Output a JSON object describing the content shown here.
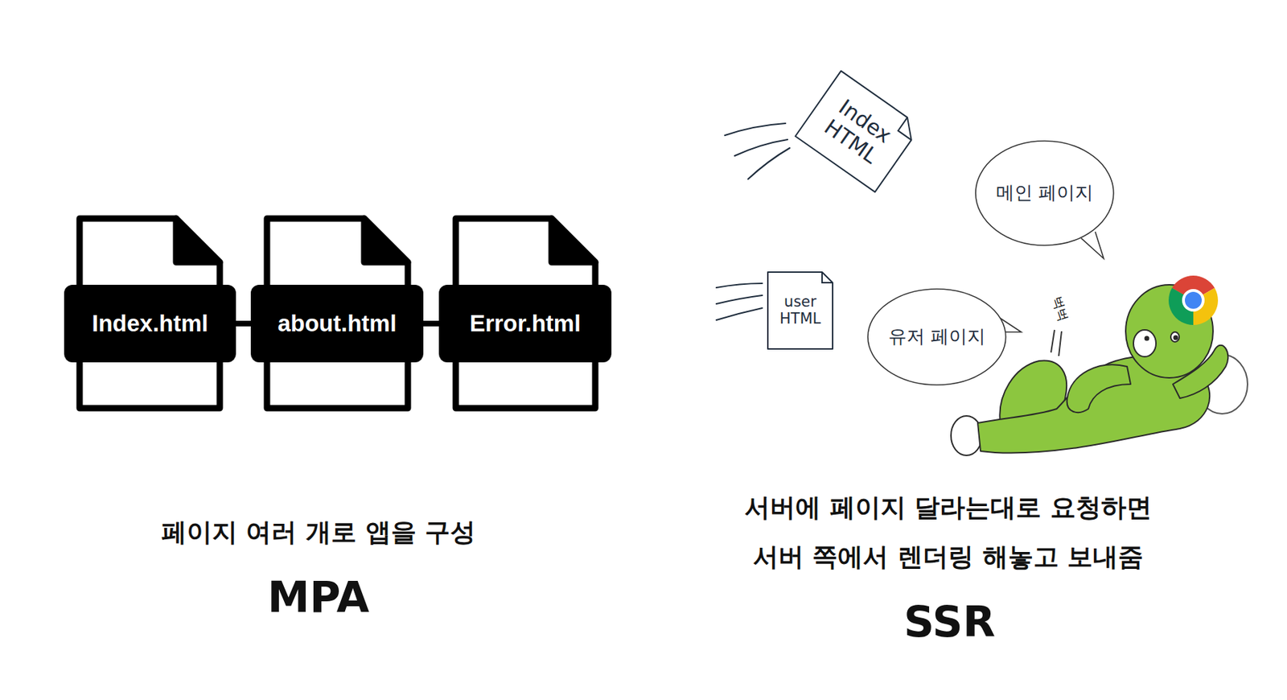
{
  "diagram": {
    "nodes": [
      {
        "text": [
          "Index.html"
        ]
      },
      {
        "text": [
          "about.html"
        ]
      },
      {
        "text": [
          "Error.html"
        ]
      },
      {
        "text": [
          "Index HTML"
        ]
      },
      {
        "text": [
          "메인 페이지"
        ]
      },
      {
        "text": [
          "user HTML"
        ]
      },
      {
        "text": [
          "유저 페이지"
        ]
      }
    ],
    "edges": [
      {
        "from": 0,
        "to": 1,
        "arrow": "none"
      },
      {
        "from": 1,
        "to": 2,
        "arrow": "none"
      }
    ],
    "labels": [
      "페이지 여러 개로 앱을 구성",
      "MPA",
      "벅벅",
      "서버에 페이지 달라는대로 요청하면 서버 쪽에서 렌더링 해놓고 보내줌",
      "SSR"
    ]
  }
}
